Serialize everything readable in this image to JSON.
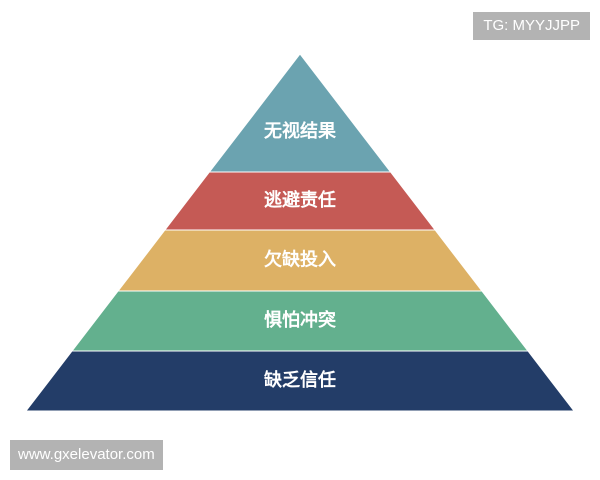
{
  "watermarks": {
    "top_right": "TG: MYYJJPP",
    "bottom_left": "www.gxelevator.com"
  },
  "pyramid": {
    "layers": [
      {
        "label": "无视结果",
        "color": "#6ba3b0"
      },
      {
        "label": "逃避责任",
        "color": "#c55a55"
      },
      {
        "label": "欠缺投入",
        "color": "#ddb165"
      },
      {
        "label": "惧怕冲突",
        "color": "#63b08e"
      },
      {
        "label": "缺乏信任",
        "color": "#233d68"
      }
    ]
  }
}
